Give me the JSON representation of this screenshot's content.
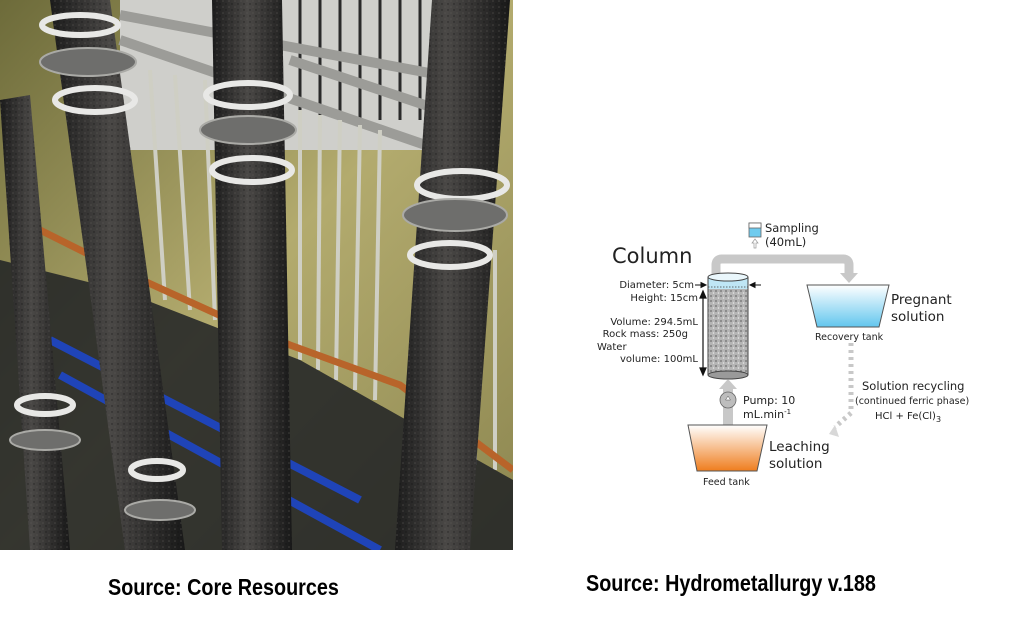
{
  "left_panel": {
    "image_alt": "Industrial leaching columns: tall black pipes filled with ore, with flanged joints and white clamps, mounted on a metal railing frame",
    "caption": "Source: Core Resources"
  },
  "right_panel": {
    "caption": "Source: Hydrometallurgy v.188",
    "diagram": {
      "title": "Column",
      "specs": {
        "diameter": "Diameter: 5cm",
        "height": "Height: 15cm",
        "volume": "Volume: 294.5mL",
        "rock_mass": "Rock mass: 250g",
        "water_line1": "Water",
        "water_line2": "volume: 100mL"
      },
      "sampling": {
        "line1": "Sampling",
        "line2": "(40mL)"
      },
      "recovery_tank": {
        "label": "Recovery tank",
        "solution_line1": "Pregnant",
        "solution_line2": "solution"
      },
      "recycling": {
        "line1": "Solution recycling",
        "line2": "(continued ferric phase)",
        "line3": "HCl + Fe(Cl)",
        "line3_subscript": "3"
      },
      "pump": {
        "line1": "Pump: 10",
        "line2": "mL.min",
        "line2_superscript": "-1"
      },
      "feed_tank": {
        "label": "Feed tank",
        "solution_line1": "Leaching",
        "solution_line2": "solution"
      },
      "colors": {
        "pregnant_solution": "#8fd8f2",
        "leaching_solution": "#f08a30",
        "pipe": "#c8c8c8",
        "column_fill": "#a8a8a8"
      }
    }
  }
}
